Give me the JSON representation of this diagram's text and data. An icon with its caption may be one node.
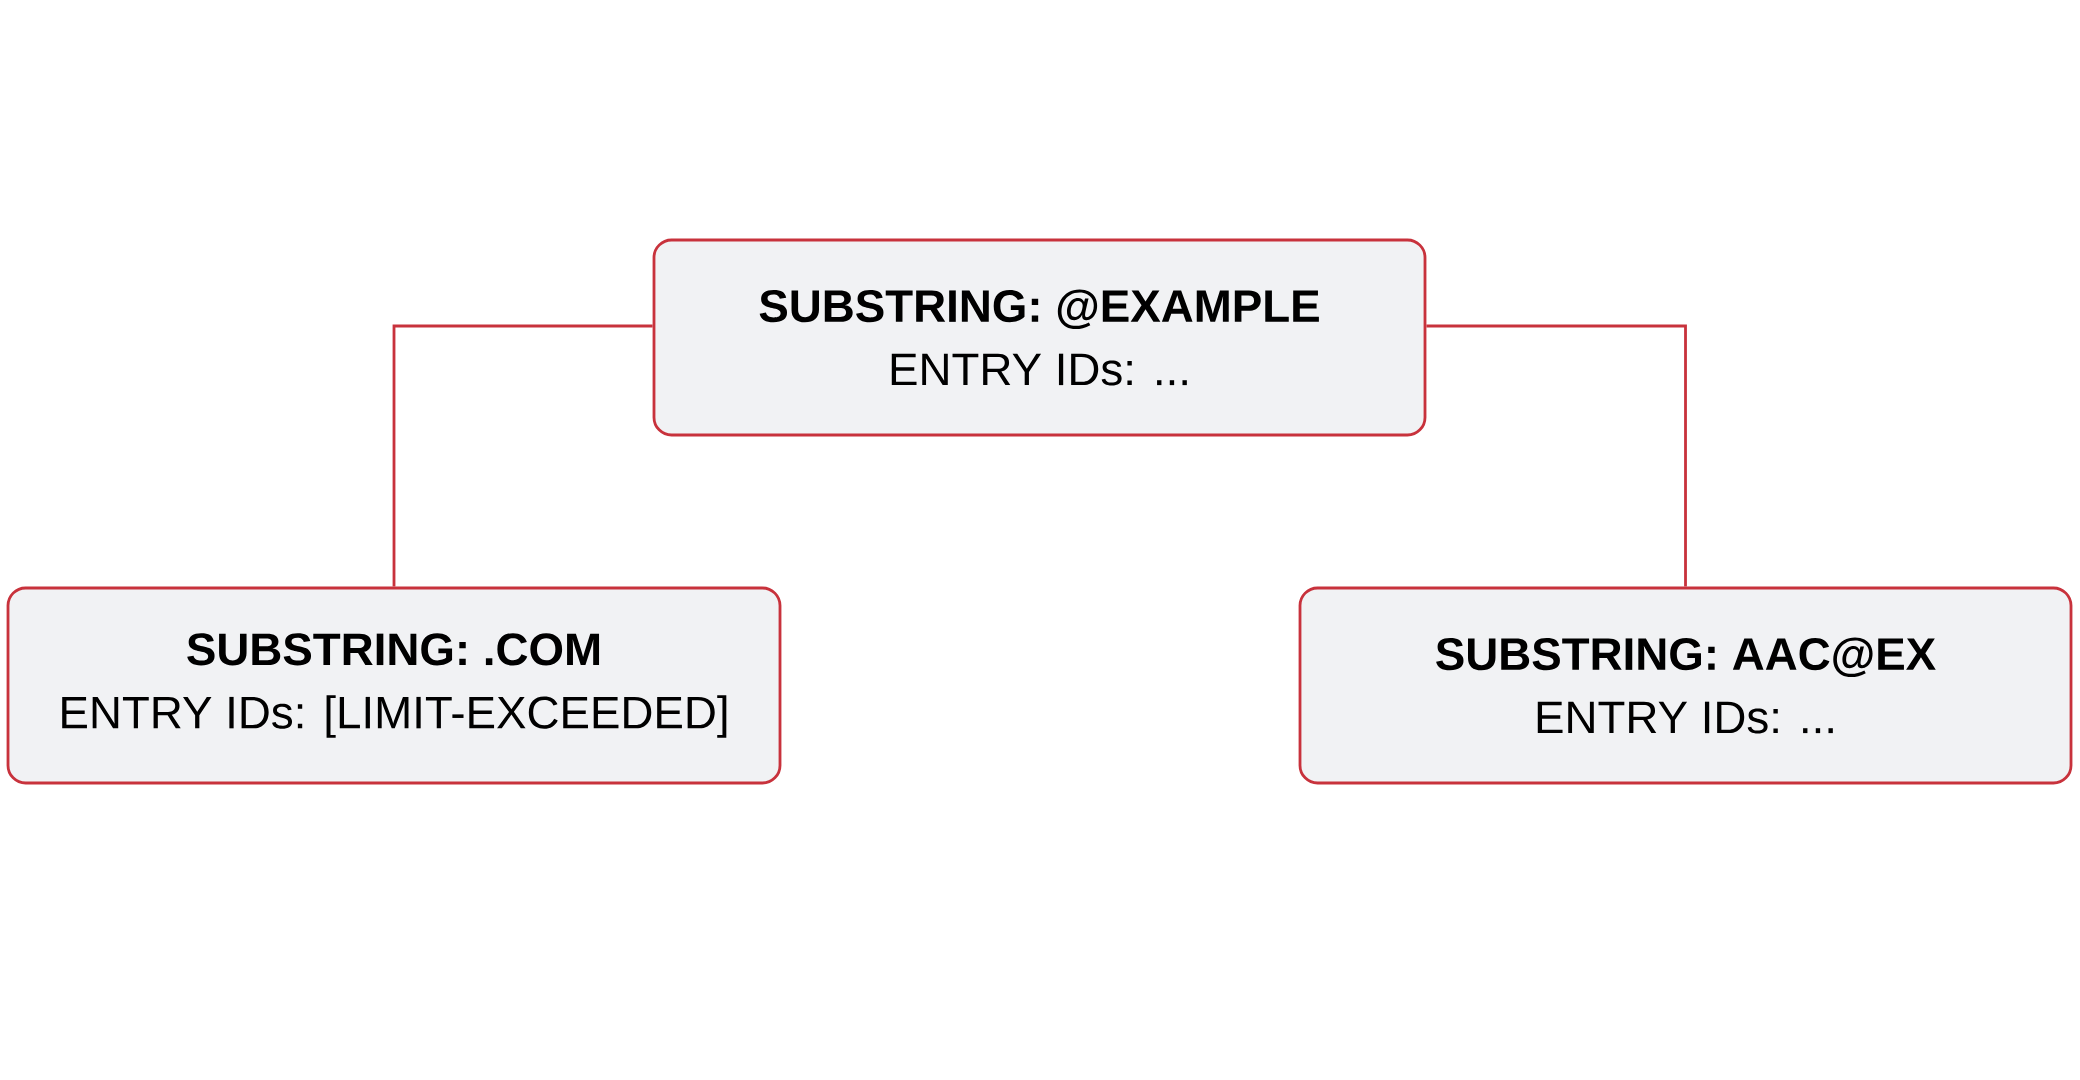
{
  "diagram": {
    "nodes": [
      {
        "text": [
          "SUBSTRING: @EXAMPLE",
          "ENTRY IDs: ..."
        ]
      },
      {
        "text": [
          "SUBSTRING: .COM",
          "ENTRY IDs: [LIMIT-EXCEEDED]"
        ]
      },
      {
        "text": [
          "SUBSTRING: AAC@EX",
          "ENTRY IDs: ..."
        ]
      }
    ],
    "edges": [
      {
        "from": 0,
        "to": 1,
        "arrow": "none"
      },
      {
        "from": 0,
        "to": 2,
        "arrow": "none"
      }
    ]
  }
}
